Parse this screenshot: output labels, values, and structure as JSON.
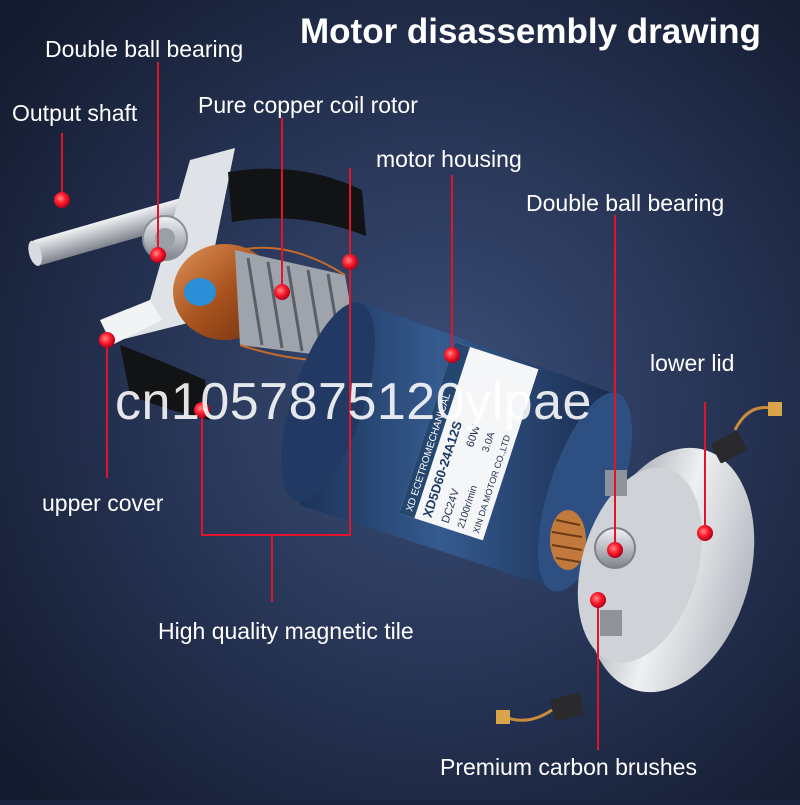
{
  "title": "Motor disassembly drawing",
  "labels": {
    "double_ball_bearing_front": "Double ball bearing",
    "output_shaft": "Output shaft",
    "copper_coil_rotor": "Pure copper coil rotor",
    "motor_housing": "motor housing",
    "double_ball_bearing_rear": "Double ball bearing",
    "lower_lid": "lower lid",
    "upper_cover": "upper cover",
    "magnetic_tile": "High quality magnetic tile",
    "carbon_brushes": "Premium carbon brushes"
  },
  "nameplate": {
    "model": "XD5D60-24A12S",
    "brand_line": "XD   ECETROMECHANICAL",
    "voltage": "DC24V",
    "speed": "2100r/min",
    "power": "60W",
    "current": "3.0A",
    "maker": "XIN DA MOTOR CO.,LTD"
  },
  "watermark": "cn1057875120ylpae",
  "colors": {
    "background": "#1b2540",
    "housing": "#2b4a78",
    "leader": "#e0142a",
    "copper": "#b8632a",
    "steel": "#c9ccd2"
  }
}
